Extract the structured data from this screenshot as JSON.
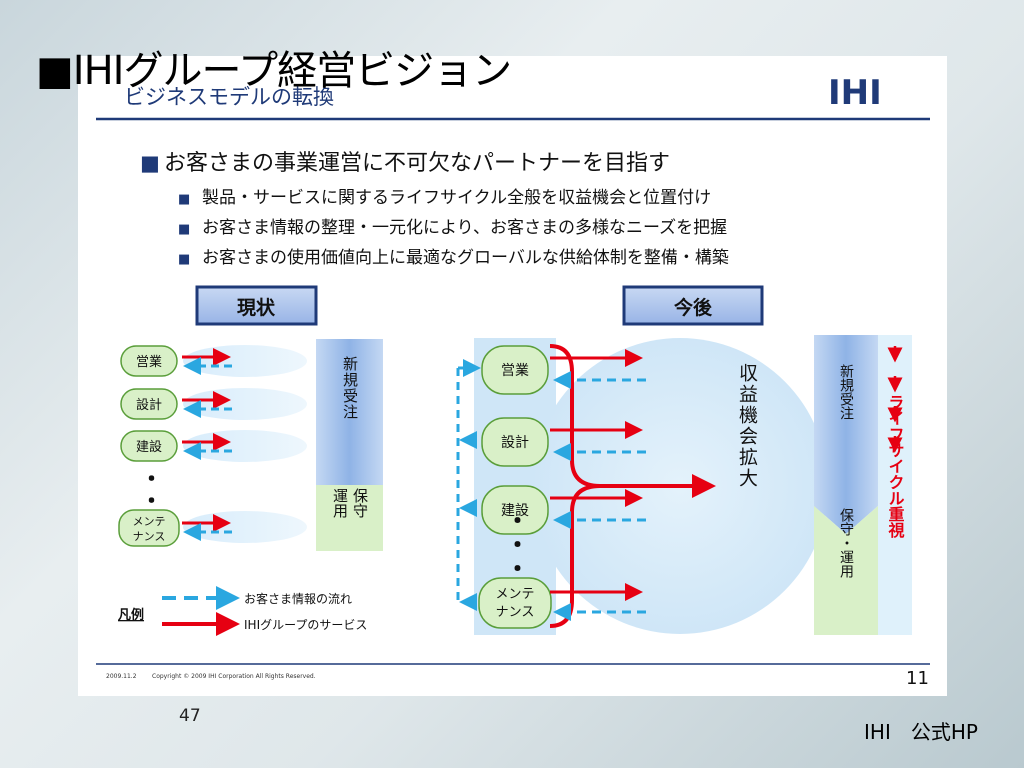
{
  "outer_title": "■IHIグループ経営ビジョン",
  "slide": {
    "subtitle": "ビジネスモデルの転換",
    "logo": "IHI",
    "heading_bullet": "■",
    "heading": "お客さまの事業運営に不可欠なパートナーを目指す",
    "sub_bullet": "■",
    "bullets": [
      "製品・サービスに関するライフサイクル全般を収益機会と位置付け",
      "お客さま情報の整理・一元化により、お客さまの多様なニーズを把握",
      "お客さまの使用価値向上に最適なグローバルな供給体制を整備・構築"
    ],
    "current": {
      "label": "現状",
      "items": [
        "営業",
        "設計",
        "建設",
        "メンテ",
        "ナンス"
      ],
      "dots": "・・・",
      "new_orders": "新規受注",
      "maintenance_1": "運用",
      "maintenance_2": "保守"
    },
    "future": {
      "label": "今後",
      "items": [
        "営業",
        "設計",
        "建設",
        "メンテ",
        "ナンス"
      ],
      "dots": "・・・",
      "circle_text": "収益機会拡大",
      "new_orders": "新規受注",
      "maintenance": "保守・運用",
      "lifecycle": "ライフサイクル重視"
    },
    "legend": {
      "title": "凡例",
      "info_flow": "お客さま情報の流れ",
      "service": "IHIグループのサービス"
    },
    "footer_date": "2009.11.2",
    "footer_copyright": "Copyright © 2009 IHI Corporation All Rights Reserved.",
    "slide_number": "11"
  },
  "page_number": "47",
  "footer_label": "IHI　公式HP",
  "colors": {
    "navy": "#1f3a78",
    "red": "#e60012",
    "cyan": "#2aa7e0",
    "green_fill": "#d9f0c8",
    "green_stroke": "#5a9e3a",
    "blue_fill": "#a9c6ee",
    "lifecycle_red": "#e60012"
  }
}
